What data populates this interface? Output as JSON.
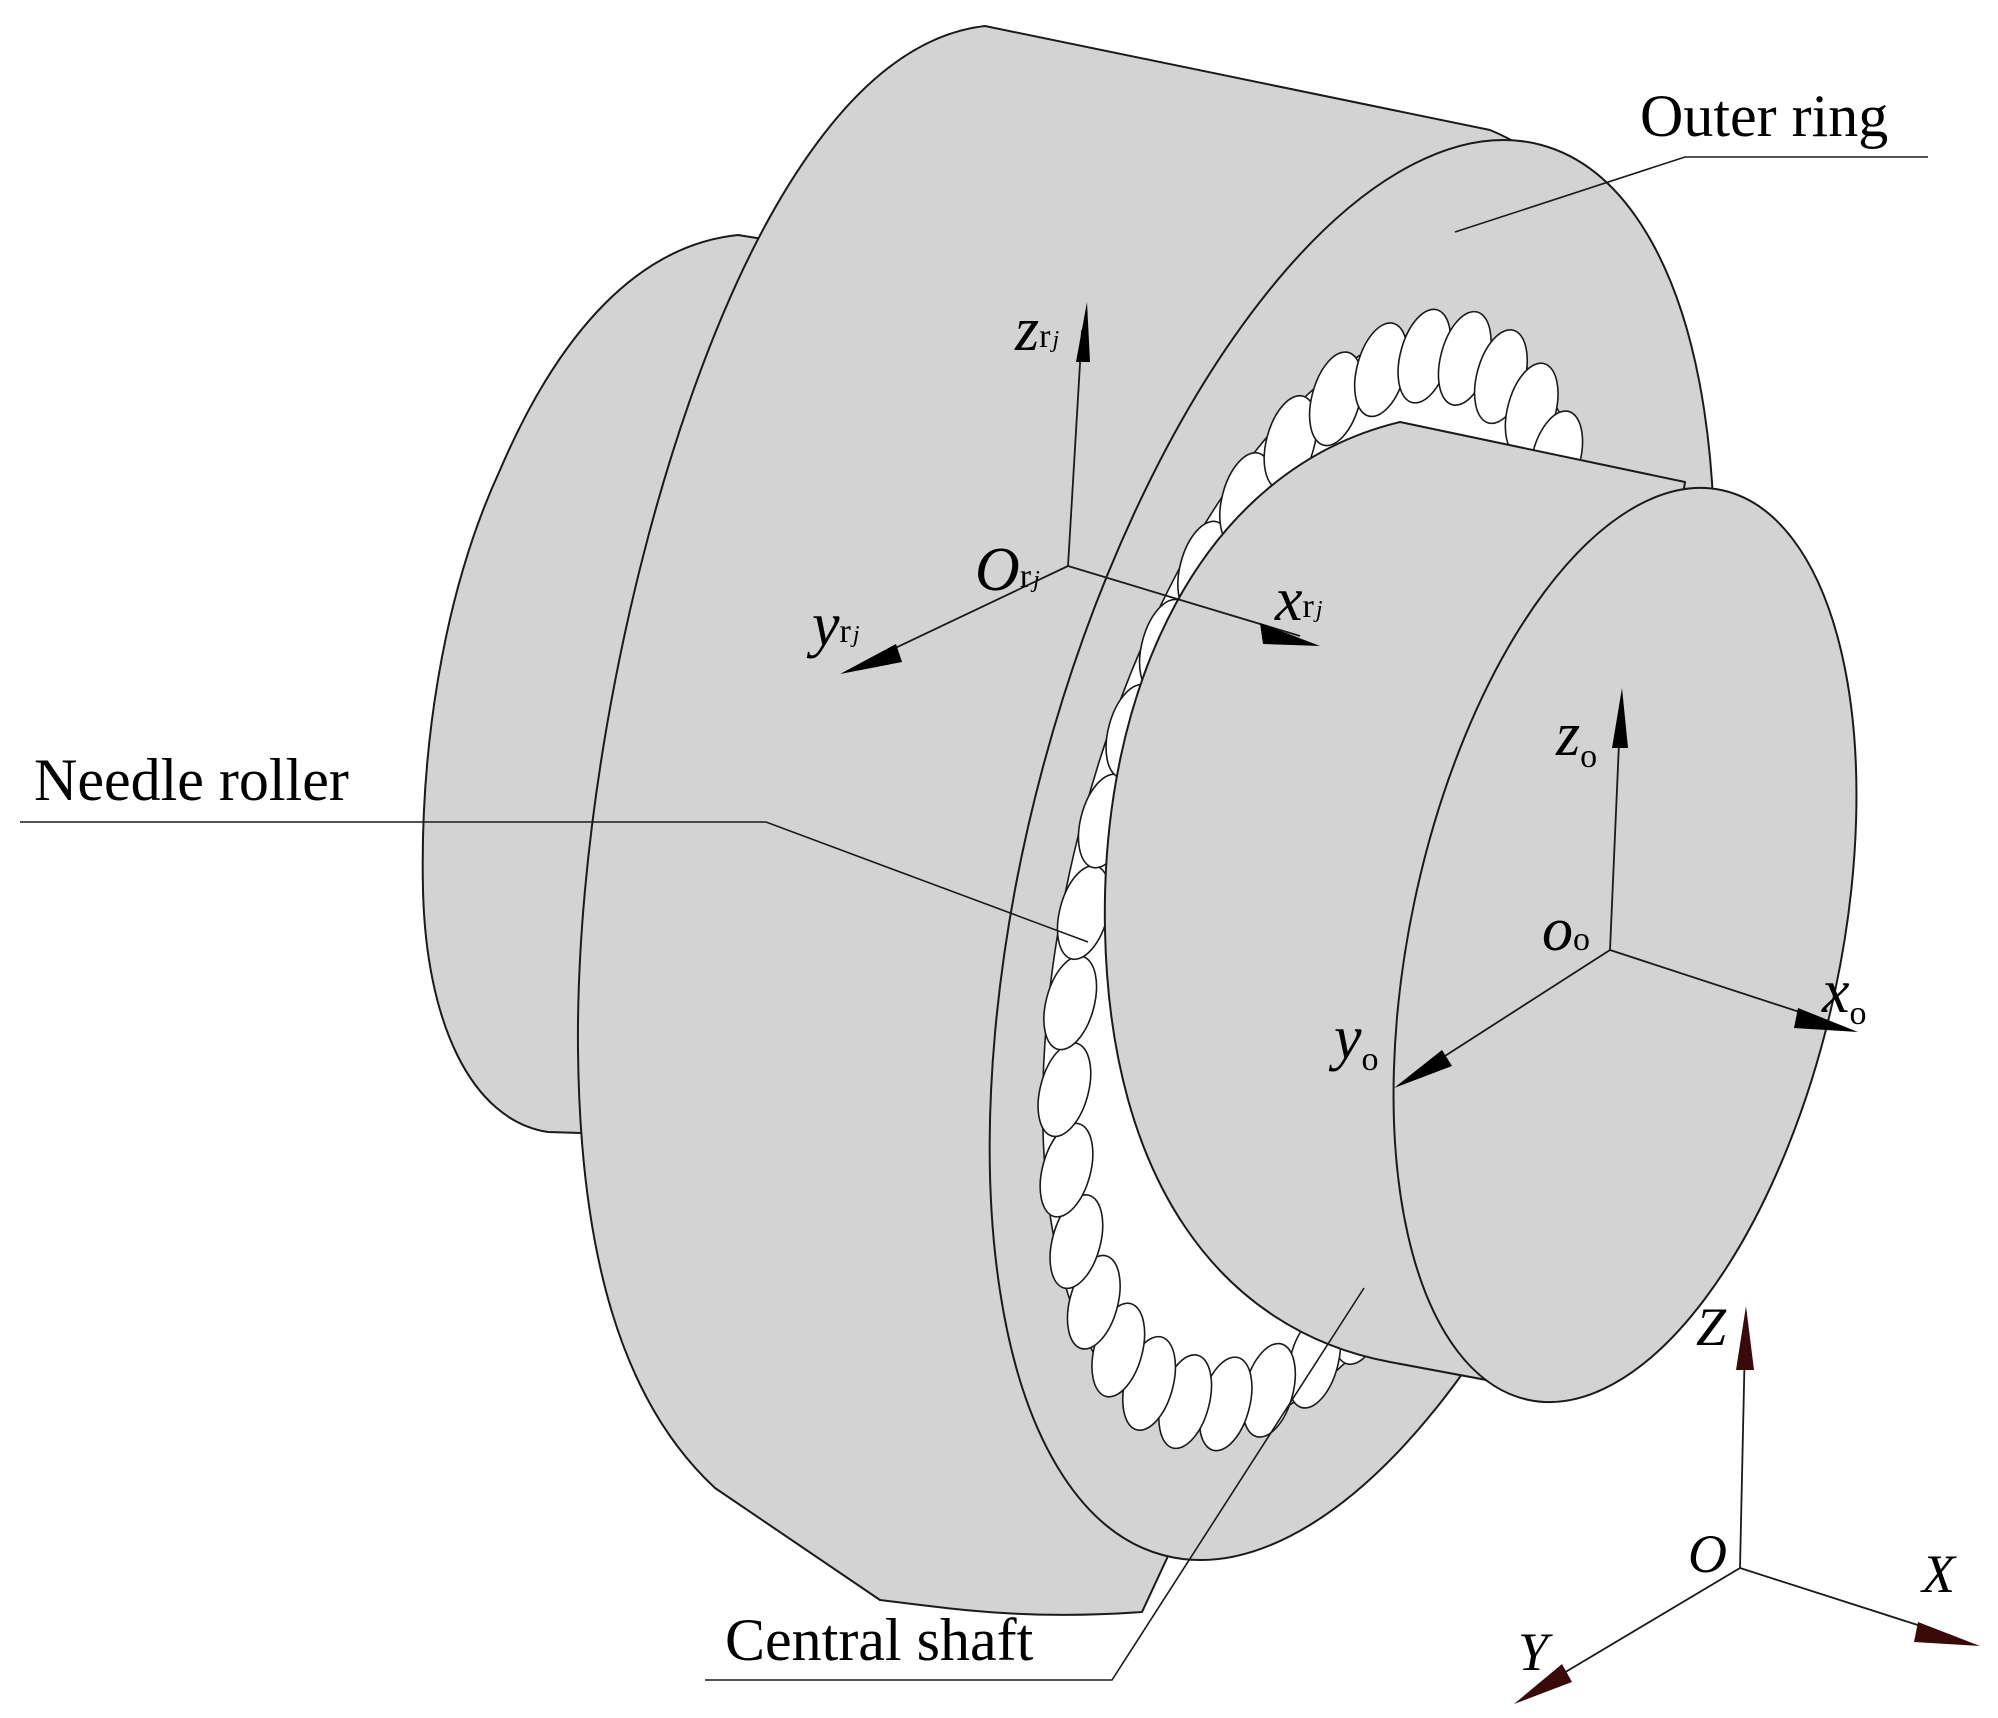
{
  "labels": {
    "outer_ring": "Outer ring",
    "needle_roller": "Needle roller",
    "central_shaft": "Central shaft"
  },
  "roller_frame": {
    "origin_main": "O",
    "origin_sub": "r",
    "origin_sub_j": "j",
    "x_main": "x",
    "x_sub": "r",
    "x_sub_j": "j",
    "y_main": "y",
    "y_sub": "r",
    "y_sub_j": "j",
    "z_main": "z",
    "z_sub": "r",
    "z_sub_j": "j"
  },
  "shaft_frame": {
    "origin_main": "o",
    "origin_sub": "o",
    "x_main": "x",
    "x_sub": "o",
    "y_main": "y",
    "y_sub": "o",
    "z_main": "z",
    "z_sub": "o"
  },
  "global_frame": {
    "origin": "O",
    "x": "X",
    "y": "Y",
    "z": "Z"
  },
  "colors": {
    "part_fill": "#d3d3d3",
    "outline": "#1a1a1a",
    "roller_fill": "#ffffff",
    "global_arrow": "#3a0a0a"
  }
}
